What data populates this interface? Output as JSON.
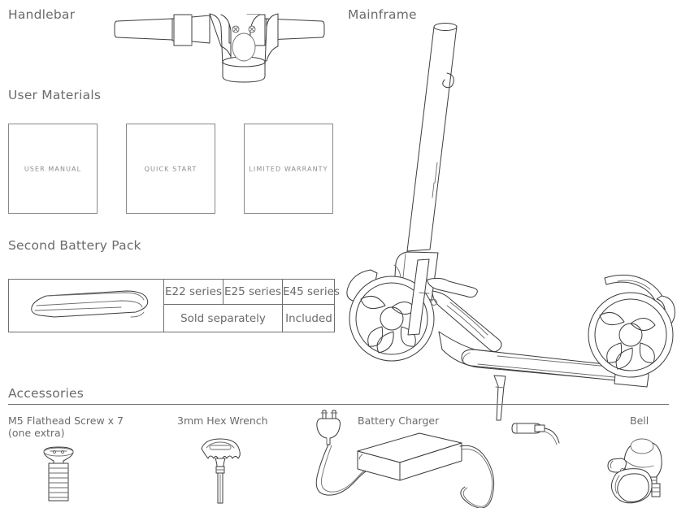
{
  "sections": {
    "handlebar": {
      "title": "Handlebar"
    },
    "mainframe": {
      "title": "Mainframe"
    },
    "user_materials": {
      "title": "User Materials",
      "documents": [
        {
          "label": "USER MANUAL"
        },
        {
          "label": "QUICK START"
        },
        {
          "label": "LIMITED WARRANTY"
        }
      ]
    },
    "second_battery_pack": {
      "title": "Second Battery Pack",
      "table": {
        "series_headers": [
          "E22 series",
          "E25 series",
          "E45 series"
        ],
        "availability": [
          "Sold separately",
          "Included"
        ]
      }
    },
    "accessories": {
      "title": "Accessories",
      "items": [
        {
          "label": "M5 Flathead Screw x 7\n(one extra)",
          "icon": "flathead-screw-icon"
        },
        {
          "label": "3mm Hex Wrench",
          "icon": "hex-wrench-icon"
        },
        {
          "label": "Battery Charger",
          "icon": "battery-charger-icon"
        },
        {
          "label": "Bell",
          "icon": "bell-icon"
        }
      ]
    }
  },
  "colors": {
    "text": "#6b6b6b",
    "line": "#3c3c3c",
    "rule": "#6f6f6f",
    "background": "#ffffff"
  }
}
